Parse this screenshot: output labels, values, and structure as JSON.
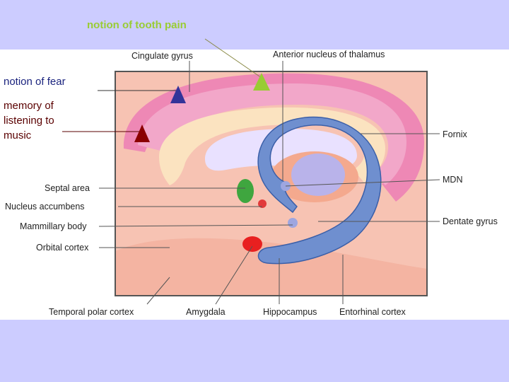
{
  "header": {
    "title": "notion of tooth pain",
    "title_color": "#99cc33",
    "background_color": "#ccccff"
  },
  "annotations": {
    "fear": {
      "text": "notion of fear",
      "color": "#1a237e",
      "marker_color": "#333399"
    },
    "music": {
      "text": "memory of listening to music",
      "color": "#5a0000",
      "marker_color": "#8b0000"
    },
    "tooth_pain_marker_color": "#99cc33"
  },
  "labels": {
    "cingulate_gyrus": "Cingulate gyrus",
    "anterior_nucleus": "Anterior nucleus of thalamus",
    "fornix": "Fornix",
    "mdn": "MDN",
    "dentate_gyrus": "Dentate gyrus",
    "septal_area": "Septal area",
    "nucleus_accumbens": "Nucleus accumbens",
    "mammillary_body": "Mammillary body",
    "orbital_cortex": "Orbital cortex",
    "temporal_polar_cortex": "Temporal polar cortex",
    "amygdala": "Amygdala",
    "hippocampus": "Hippocampus",
    "entorhinal_cortex": "Entorhinal cortex"
  }
}
